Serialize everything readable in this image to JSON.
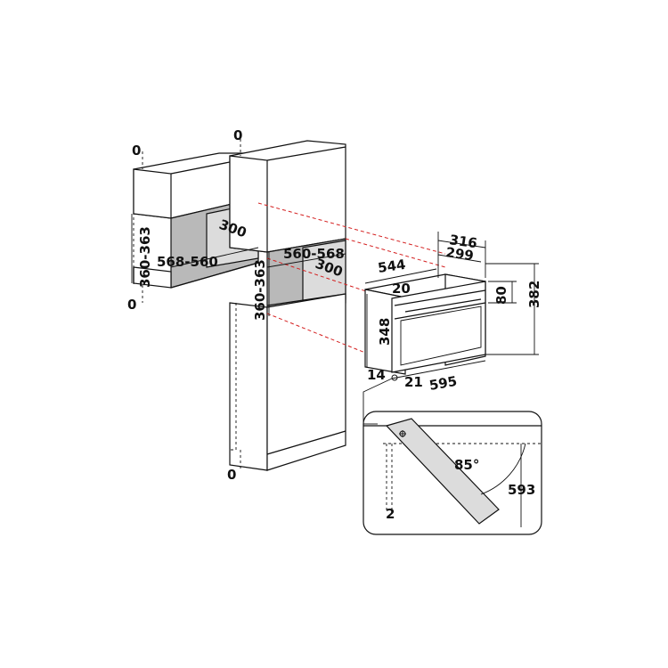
{
  "dimensions": {
    "wall_top_gap": "0",
    "wall_bottom_gap": "0",
    "wall_niche_height": "360-363",
    "wall_niche_width": "568-560",
    "wall_niche_depth": "300",
    "tall_top_gap": "0",
    "tall_niche_width": "560-568",
    "tall_niche_depth": "300",
    "tall_niche_height": "360-363",
    "tall_bottom_gap": "0",
    "oven_depth_total": "316",
    "oven_depth_body": "299",
    "oven_width_body": "544",
    "oven_frame_top": "20",
    "oven_panel_height": "80",
    "oven_total_height": "382",
    "oven_body_height": "348",
    "oven_frame_left": "14",
    "oven_frame_bottom": "21",
    "oven_width": "595",
    "door_angle": "85°",
    "door_reach": "593",
    "door_gap": "2"
  }
}
